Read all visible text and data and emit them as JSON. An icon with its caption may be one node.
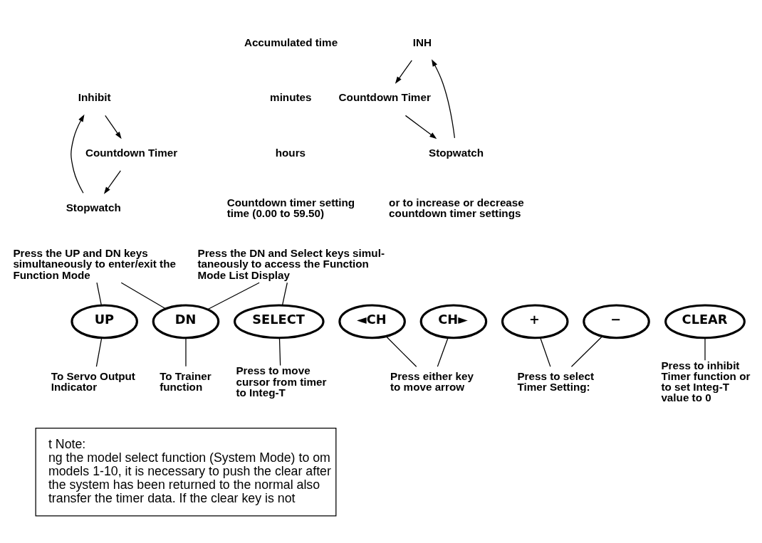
{
  "diagram": {
    "nodes": [
      {
        "text": [
          "Inhibit"
        ]
      },
      {
        "text": [
          "Countdown Timer"
        ]
      },
      {
        "text": [
          "Stopwatch"
        ]
      },
      {
        "text": [
          "Press the UP and DN keys simultaneously to enter/exit the Function Mode"
        ]
      },
      {
        "text": [
          "Press the DN and Select keys simul- taneously to access the Function Mode List Display"
        ]
      },
      {
        "text": [
          "UP"
        ]
      },
      {
        "text": [
          "DN"
        ]
      },
      {
        "text": [
          "SELECT"
        ]
      },
      {
        "text": [
          "◄CH"
        ]
      },
      {
        "text": [
          "CH►"
        ]
      },
      {
        "text": [
          "+"
        ]
      },
      {
        "text": [
          "−"
        ]
      },
      {
        "text": [
          "CLEAR"
        ]
      },
      {
        "text": [
          "To Servo Output Indicator"
        ]
      },
      {
        "text": [
          "To Trainer function"
        ]
      },
      {
        "text": [
          "Press to move cursor from timer to Integ-T"
        ]
      },
      {
        "text": [
          "Press either key to move arrow"
        ]
      },
      {
        "text": [
          "Press to select Timer Setting:"
        ]
      },
      {
        "text": [
          "INH"
        ]
      },
      {
        "text": [
          "Countdown Timer"
        ]
      },
      {
        "text": [
          "Stopwatch"
        ]
      },
      {
        "text": [
          "Press to inhibit Timer function or to set Integ-T value to 0"
        ]
      },
      {
        "text": [
          "t Note:",
          "ng the model select function (System Mode) to om models 1-10, it is necessary to push the clear after the system has been returned to the normal also transfer the timer data. If the clear key is not"
        ]
      }
    ],
    "edges": [
      {
        "from": 0,
        "to": 1,
        "arrow": "to"
      },
      {
        "from": 1,
        "to": 2,
        "arrow": "to"
      },
      {
        "from": 2,
        "to": 0,
        "arrow": "to"
      },
      {
        "from": 3,
        "to": 5,
        "arrow": "none"
      },
      {
        "from": 3,
        "to": 6,
        "arrow": "none"
      },
      {
        "from": 4,
        "to": 6,
        "arrow": "none"
      },
      {
        "from": 4,
        "to": 7,
        "arrow": "none"
      },
      {
        "from": 5,
        "to": 13,
        "arrow": "none"
      },
      {
        "from": 6,
        "to": 14,
        "arrow": "none"
      },
      {
        "from": 7,
        "to": 15,
        "arrow": "none"
      },
      {
        "from": 8,
        "to": 16,
        "arrow": "none"
      },
      {
        "from": 9,
        "to": 16,
        "arrow": "none"
      },
      {
        "from": 10,
        "to": 17,
        "arrow": "none"
      },
      {
        "from": 11,
        "to": 17,
        "arrow": "none"
      },
      {
        "from": 12,
        "to": 21,
        "arrow": "none"
      },
      {
        "from": 18,
        "to": 19,
        "arrow": "to"
      },
      {
        "from": 19,
        "to": 20,
        "arrow": "to"
      },
      {
        "from": 20,
        "to": 18,
        "arrow": "to"
      }
    ],
    "labels": [
      "Accumulated time",
      "minutes",
      "hours",
      "Countdown timer setting time (0.00 to 59.50)",
      "or to increase or decrease countdown timer settings"
    ]
  }
}
